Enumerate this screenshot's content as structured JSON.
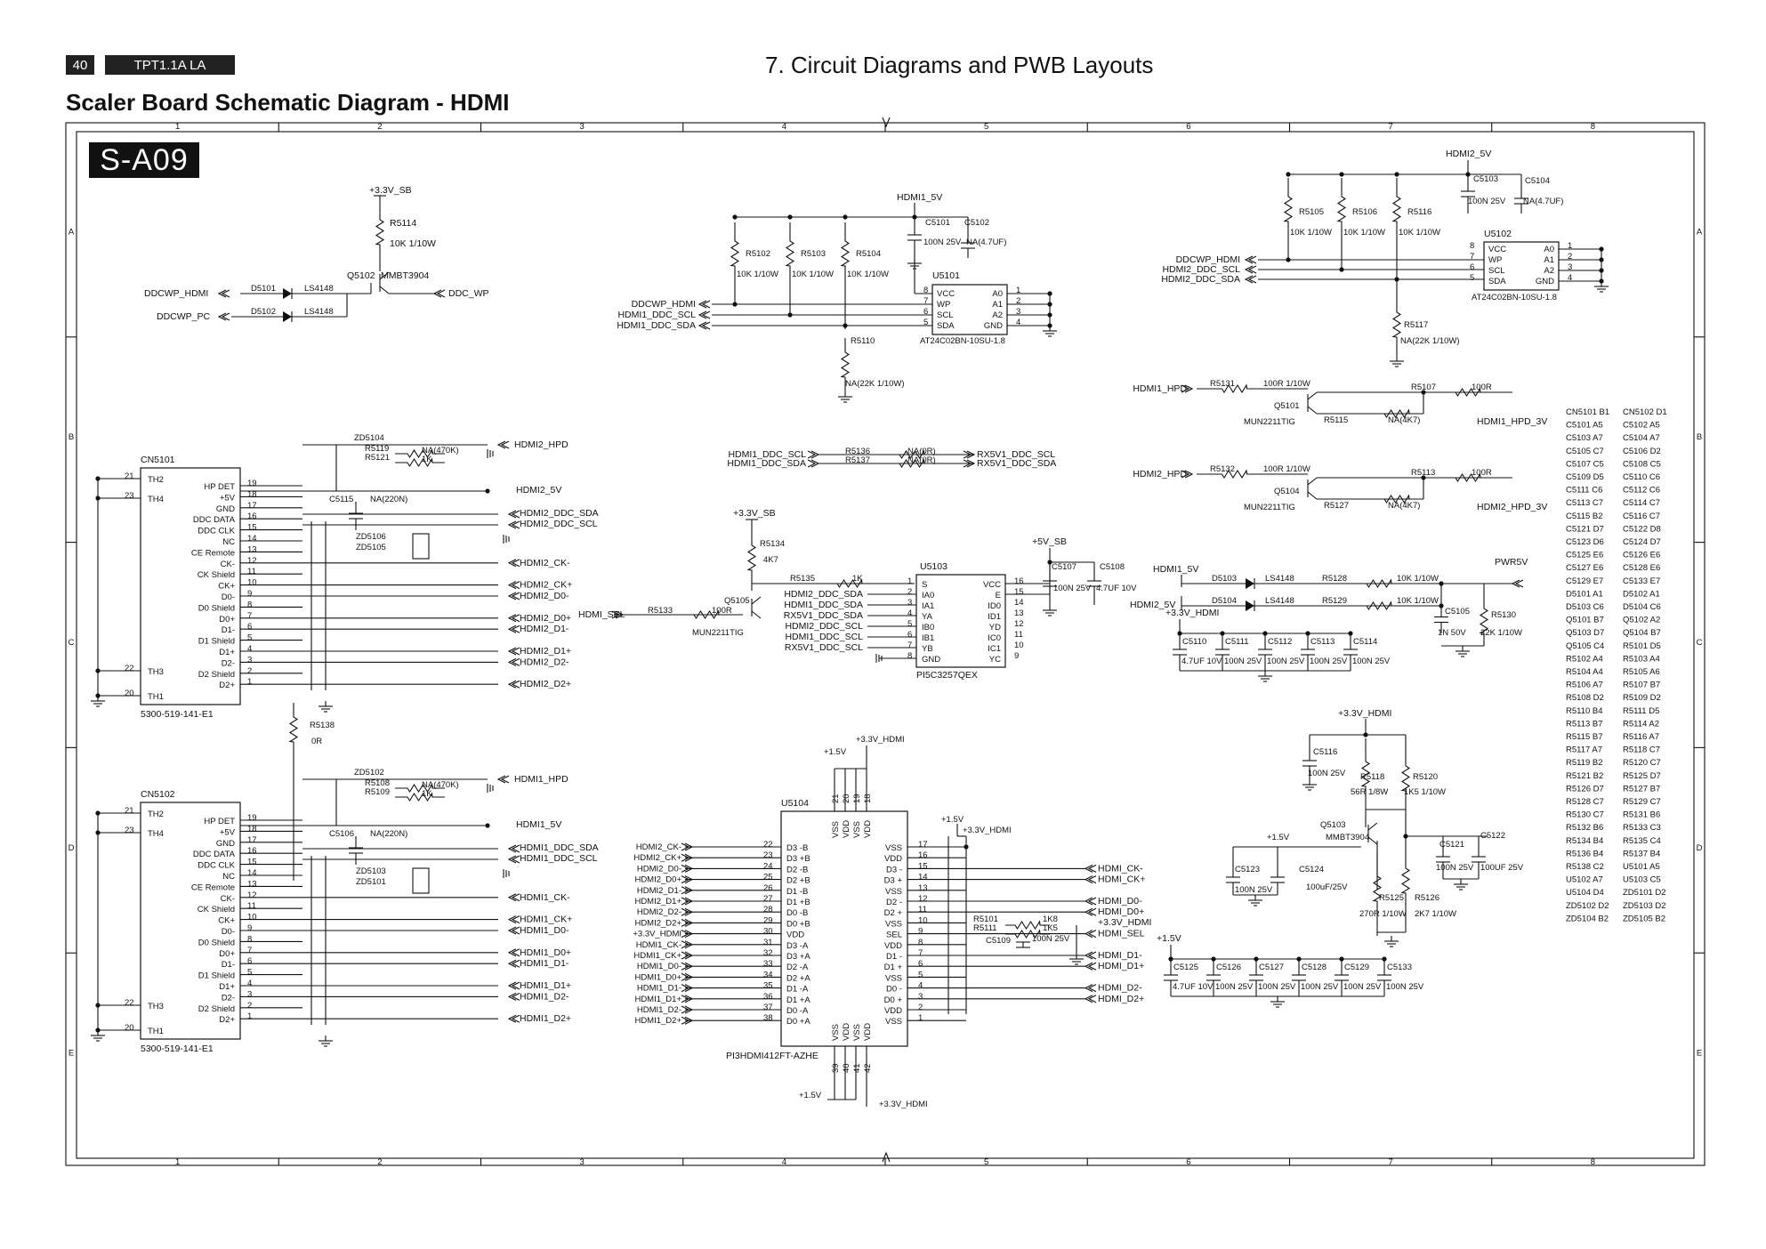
{
  "header": {
    "page_number": "40",
    "model": "TPT1.1A LA",
    "chapter": "7. Circuit Diagrams and PWB Layouts"
  },
  "title": "Scaler Board Schematic Diagram - HDMI",
  "sheet_id": "S-A09",
  "grid": {
    "cols": [
      "1",
      "2",
      "3",
      "4",
      "5",
      "6",
      "7",
      "8"
    ],
    "rows": [
      "A",
      "B",
      "C",
      "D",
      "E"
    ]
  },
  "ddc_wp": {
    "supply": "+3.3V_SB",
    "r_ref": "R5114",
    "r_val": "10K 1/10W",
    "q_ref": "Q5102",
    "q_part": "MMBT3904",
    "out": "DDC_WP",
    "in1": "DDCWP_HDMI",
    "in2": "DDCWP_PC",
    "d1": "D5101",
    "d2": "D5102",
    "d_part": "LS4148"
  },
  "eeprom1": {
    "supply": "HDMI1_5V",
    "c1": "C5101",
    "c1v": "100N 25V",
    "c2": "C5102",
    "c2v": "NA(4.7UF)",
    "r1": "R5102",
    "r2": "R5103",
    "r3": "R5104",
    "rv": "10K 1/10W",
    "ref": "U5101",
    "part": "AT24C02BN-10SU-1.8",
    "nets": [
      "DDCWP_HDMI",
      "HDMI1_DDC_SCL",
      "HDMI1_DDC_SDA"
    ],
    "pins_l": [
      "VCC",
      "WP",
      "SCL",
      "SDA"
    ],
    "pins_r": [
      "A0",
      "A1",
      "A2",
      "GND"
    ],
    "pl": [
      "8",
      "7",
      "6",
      "5"
    ],
    "pr": [
      "1",
      "2",
      "3",
      "4"
    ],
    "r4": "R5110",
    "r4v": "NA(22K 1/10W)"
  },
  "eeprom2": {
    "supply": "HDMI2_5V",
    "c1": "C5103",
    "c1v": "100N 25V",
    "c2": "C5104",
    "c2v": "NA(4.7UF)",
    "r1": "R5105",
    "r2": "R5106",
    "r3": "R5116",
    "rv": "10K 1/10W",
    "ref": "U5102",
    "part": "AT24C02BN-10SU-1.8",
    "nets": [
      "DDCWP_HDMI",
      "HDMI2_DDC_SCL",
      "HDMI2_DDC_SDA"
    ],
    "r4": "R5117",
    "r4v": "NA(22K 1/10W)"
  },
  "hpd": {
    "r1": "R5131",
    "r1v": "100R 1/10W",
    "q1": "Q5101",
    "q1p": "MUN2211TIG",
    "r2": "R5107",
    "r2v": "100R",
    "r3": "R5115",
    "r3v": "NA(4K7)",
    "in1": "HDMI1_HPD",
    "out1": "HDMI1_HPD_3V",
    "r4": "R5132",
    "r4v": "100R 1/10W",
    "q2": "Q5104",
    "q2p": "MUN2211TIG",
    "r5": "R5113",
    "r5v": "100R",
    "r6": "R5127",
    "r6v": "NA(4K7)",
    "in2": "HDMI2_HPD",
    "out2": "HDMI2_HPD_3V"
  },
  "pwr": {
    "in1": "HDMI1_5V",
    "in2": "HDMI2_5V",
    "d1": "D5103",
    "d2": "D5104",
    "dp": "LS4148",
    "r1": "R5128",
    "r2": "R5129",
    "rv": "10K 1/10W",
    "out": "PWR5V",
    "c": "C5105",
    "cv": "1N 50V",
    "r3": "R5130",
    "r3v": "22K 1/10W"
  },
  "caps1": {
    "supply": "+3.3V_HDMI",
    "refs": [
      "C5110",
      "C5111",
      "C5112",
      "C5113",
      "C5114"
    ],
    "vals": [
      "4.7UF 10V",
      "100N 25V",
      "100N 25V",
      "100N 25V",
      "100N 25V"
    ]
  },
  "caps2": {
    "supply": "+1.5V",
    "refs": [
      "C5125",
      "C5126",
      "C5127",
      "C5128",
      "C5129",
      "C5133"
    ],
    "vals": [
      "4.7UF 10V",
      "100N 25V",
      "100N 25V",
      "100N 25V",
      "100N 25V",
      "100N 25V"
    ]
  },
  "reg": {
    "supply": "+3.3V_HDMI",
    "c1": "C5116",
    "c1v": "100N 25V",
    "r1": "R5118",
    "r1v": "56R 1/8W",
    "r2": "R5120",
    "r2v": "1K5 1/10W",
    "q": "Q5103",
    "qp": "MMBT3904",
    "v15": "+1.5V",
    "c2": "C5123",
    "c2v": "100N 25V",
    "c3": "C5124",
    "c3v": "100uF/25V",
    "r3": "R5125",
    "r3v": "270R 1/10W",
    "r4": "R5126",
    "r4v": "2K7 1/10W",
    "c4": "C5121",
    "c4v": "100N 25V",
    "c5": "C5122",
    "c5v": "100UF 25V"
  },
  "sw": {
    "net_l": [
      "HDMI1_DDC_SCL",
      "HDMI1_DDC_SDA"
    ],
    "r1": "R5136",
    "r2": "R5137",
    "rv": "NA(0R)",
    "net_r": [
      "RX5V1_DDC_SCL",
      "RX5V1_DDC_SDA"
    ],
    "supply": "+3.3V_SB",
    "r3": "R5134",
    "r3v": "4K7",
    "r4": "R5135",
    "r4v": "1K",
    "q": "Q5105",
    "qp": "MUN2211TIG",
    "r5": "R5133",
    "r5v": "100R",
    "sel": "HDMI_SEL",
    "ref": "U5103",
    "part": "PI5C3257QEX",
    "sup5": "+5V_SB",
    "c1": "C5107",
    "c1v": "100N 25V",
    "c2": "C5108",
    "c2v": "4.7UF 10V",
    "nets": [
      "HDMI2_DDC_SDA",
      "HDMI1_DDC_SDA",
      "RX5V1_DDC_SDA",
      "HDMI2_DDC_SCL",
      "HDMI1_DDC_SCL",
      "RX5V1_DDC_SCL"
    ],
    "pins_l": [
      "S",
      "IA0",
      "IA1",
      "YA",
      "IB0",
      "IB1",
      "YB",
      "GND"
    ],
    "pins_r": [
      "VCC",
      "E",
      "ID0",
      "ID1",
      "YD",
      "IC0",
      "IC1",
      "YC"
    ],
    "pl": [
      "1",
      "2",
      "3",
      "4",
      "5",
      "6",
      "7",
      "8"
    ],
    "pr": [
      "16",
      "15",
      "14",
      "13",
      "12",
      "11",
      "10",
      "9"
    ]
  },
  "mux": {
    "ref": "U5104",
    "part": "PI3HDMI412FT-AZHE",
    "sup1": "+1.5V",
    "sup2": "+3.3V_HDMI",
    "top_pins": [
      "VSS",
      "VDD",
      "VSS",
      "VDD"
    ],
    "top_nums": [
      "21",
      "20",
      "19",
      "18"
    ],
    "bot_pins": [
      "VSS",
      "VDD",
      "VSS",
      "VDD"
    ],
    "bot_nums": [
      "39",
      "40",
      "41",
      "42"
    ],
    "nets_l": [
      "HDMI2_CK-",
      "HDMI2_CK+",
      "HDMI2_D0-",
      "HDMI2_D0+",
      "HDMI2_D1-",
      "HDMI2_D1+",
      "HDMI2_D2-",
      "HDMI2_D2+",
      "+3.3V_HDMI",
      "HDMI1_CK-",
      "HDMI1_CK+",
      "HDMI1_D0-",
      "HDMI1_D0+",
      "HDMI1_D1-",
      "HDMI1_D1+",
      "HDMI1_D2-",
      "HDMI1_D2+"
    ],
    "nums_l": [
      "22",
      "23",
      "24",
      "25",
      "26",
      "27",
      "28",
      "29",
      "30",
      "31",
      "32",
      "33",
      "34",
      "35",
      "36",
      "37",
      "38"
    ],
    "pins_l": [
      "D3 -B",
      "D3 +B",
      "D2 -B",
      "D2 +B",
      "D1 -B",
      "D1 +B",
      "D0 -B",
      "D0 +B",
      "VDD",
      "D3 -A",
      "D3 +A",
      "D2 -A",
      "D2 +A",
      "D1 -A",
      "D1 +A",
      "D0 -A",
      "D0 +A"
    ],
    "pins_r": [
      "VSS",
      "VDD",
      "D3 -",
      "D3 +",
      "VSS",
      "D2 -",
      "D2 +",
      "VSS",
      "SEL",
      "VDD",
      "D1 -",
      "D1 +",
      "VSS",
      "D0 -",
      "D0 +",
      "VDD",
      "VSS"
    ],
    "nums_r": [
      "17",
      "16",
      "15",
      "14",
      "13",
      "12",
      "11",
      "10",
      "9",
      "8",
      "7",
      "6",
      "5",
      "4",
      "3",
      "2",
      "1"
    ],
    "nets_r": [
      "",
      "",
      "HDMI_CK-",
      "HDMI_CK+",
      "",
      "HDMI_D0-",
      "HDMI_D0+",
      "",
      "HDMI_SEL",
      "",
      "HDMI_D1-",
      "HDMI_D1+",
      "",
      "HDMI_D2-",
      "HDMI_D2+",
      "",
      ""
    ],
    "r1": "R5101",
    "r1v": "1K8",
    "r2": "R5111",
    "r2v": "1K5",
    "c": "C5109",
    "cv": "100N 25V",
    "v15": "+1.5V",
    "v33": "+3.3V_HDMI"
  },
  "conn1": {
    "ref": "CN5101",
    "part": "5300-519-141-E1",
    "hpd": "HDMI2_HPD",
    "v5": "HDMI2_5V",
    "zd1": "ZD5104",
    "r1": "R5119",
    "r1v": "NA(470K)",
    "r2": "R5121",
    "r2v": "1K",
    "c": "C5115",
    "cv": "NA(220N)",
    "zd2": "ZD5106",
    "zd3": "ZD5105",
    "ddc": [
      "HDMI2_DDC_SDA",
      "HDMI2_DDC_SCL"
    ],
    "pairs": [
      "HDMI2_CK-",
      "HDMI2_CK+",
      "HDMI2_D0-",
      "HDMI2_D0+",
      "HDMI2_D1-",
      "HDMI2_D1+",
      "HDMI2_D2-",
      "HDMI2_D2+"
    ]
  },
  "conn2": {
    "ref": "CN5102",
    "part": "5300-519-141-E1",
    "hpd": "HDMI1_HPD",
    "v5": "HDMI1_5V",
    "zd1": "ZD5102",
    "r1": "R5108",
    "r1v": "NA(470K)",
    "r2": "R5109",
    "r2v": "1K",
    "c": "C5106",
    "cv": "NA(220N)",
    "zd2": "ZD5103",
    "zd3": "ZD5101",
    "ddc": [
      "HDMI1_DDC_SDA",
      "HDMI1_DDC_SCL"
    ],
    "pairs": [
      "HDMI1_CK-",
      "HDMI1_CK+",
      "HDMI1_D0-",
      "HDMI1_D0+",
      "HDMI1_D1-",
      "HDMI1_D1+",
      "HDMI1_D2-",
      "HDMI1_D2+"
    ]
  },
  "conn_pins": {
    "names": [
      "TH2",
      "TH4",
      "HP DET",
      "+5V",
      "GND",
      "DDC DATA",
      "DDC CLK",
      "NC",
      "CE Remote",
      "CK-",
      "CK Shield",
      "CK+",
      "D0-",
      "D0 Shield",
      "D0+",
      "D1-",
      "D1 Shield",
      "D1+",
      "D2-",
      "D2 Shield",
      "D2+",
      "TH3",
      "TH1"
    ],
    "nums": [
      "21",
      "23",
      "19",
      "18",
      "17",
      "16",
      "15",
      "14",
      "13",
      "12",
      "11",
      "10",
      "9",
      "8",
      "7",
      "6",
      "5",
      "4",
      "3",
      "2",
      "1",
      "22",
      "20"
    ]
  },
  "r5138": {
    "ref": "R5138",
    "val": "0R"
  },
  "locations": [
    "CN5101 B1",
    "CN5102 D1",
    "C5101 A5",
    "C5102 A5",
    "C5103 A7",
    "C5104 A7",
    "C5105 C7",
    "C5106 D2",
    "C5107 C5",
    "C5108 C5",
    "C5109 D5",
    "C5110 C6",
    "C5111 C6",
    "C5112 C6",
    "C5113 C7",
    "C5114 C7",
    "C5115 B2",
    "C5116 C7",
    "C5121 D7",
    "C5122 D8",
    "C5123 D6",
    "C5124 D7",
    "C5125 E6",
    "C5126 E6",
    "C5127 E6",
    "C5128 E6",
    "C5129 E7",
    "C5133 E7",
    "D5101 A1",
    "D5102 A1",
    "D5103 C6",
    "D5104 C6",
    "Q5101 B7",
    "Q5102 A2",
    "Q5103 D7",
    "Q5104 B7",
    "Q5105 C4",
    "R5101 D5",
    "R5102 A4",
    "R5103 A4",
    "R5104 A4",
    "R5105 A6",
    "R5106 A7",
    "R5107 B7",
    "R5108 D2",
    "R5109 D2",
    "R5110 B4",
    "R5111 D5",
    "R5113 B7",
    "R5114 A2",
    "R5115 B7",
    "R5116 A7",
    "R5117 A7",
    "R5118 C7",
    "R5119 B2",
    "R5120 C7",
    "R5121 B2",
    "R5125 D7",
    "R5126 D7",
    "R5127 B7",
    "R5128 C7",
    "R5129 C7",
    "R5130 C7",
    "R5131 B6",
    "R5132 B6",
    "R5133 C3",
    "R5134 B4",
    "R5135 C4",
    "R5136 B4",
    "R5137 B4",
    "R5138 C2",
    "U5101 A5",
    "U5102 A7",
    "U5103 C5",
    "U5104 D4",
    "ZD5101 D2",
    "ZD5102 D2",
    "ZD5103 D2",
    "ZD5104 B2",
    "ZD5105 B2"
  ]
}
